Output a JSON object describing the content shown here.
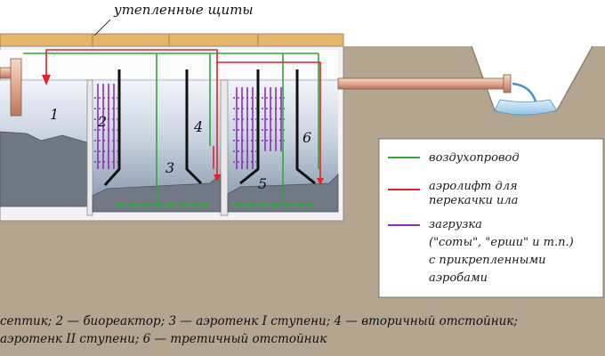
{
  "header_label": "утепленные щиты",
  "compartments": [
    {
      "number": "1"
    },
    {
      "number": "2"
    },
    {
      "number": "3"
    },
    {
      "number": "4"
    },
    {
      "number": "5"
    },
    {
      "number": "6"
    }
  ],
  "legend": {
    "items": [
      {
        "color": "#2ea836",
        "lines": [
          "воздухопровод"
        ]
      },
      {
        "color": "#e3222a",
        "lines": [
          "аэролифт для",
          "перекачки ила"
        ]
      },
      {
        "color": "#8b2fb8",
        "lines": [
          "загрузка",
          "(\"соты\", \"ерши\" и т.п.)",
          "с прикрепленными",
          "аэробами"
        ]
      }
    ]
  },
  "caption": {
    "line1": "септик; 2 — биореактор; 3 — аэротенк I ступени; 4 — вторичный отстойник;",
    "line2": "аэротенк II ступени; 6 — третичный отстойник"
  },
  "colors": {
    "soil": "#b4a690",
    "insulation": "#e6b56e",
    "water_top": "#e8eef6",
    "water_bottom": "#8a9bb0",
    "concrete": "#f2f2f2",
    "sludge": "#6b7480",
    "pipe": "#e5b6a0"
  }
}
